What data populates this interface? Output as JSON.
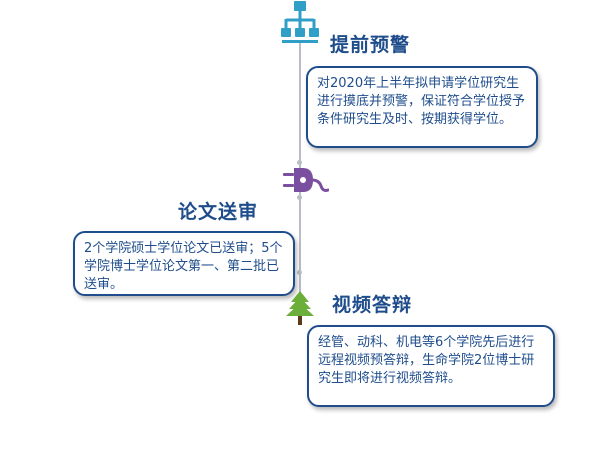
{
  "stages": [
    {
      "icon": "hierarchy-icon",
      "title": "提前预警",
      "text": "对2020年上半年拟申请学位研究生进行摸底并预警，保证符合学位授予条件研究生及时、按期获得学位。"
    },
    {
      "icon": "plug-icon",
      "title": "论文送审",
      "text": "2个学院硕士学位论文已送审；5个学院博士学位论文第一、第二批已送审。"
    },
    {
      "icon": "tree-icon",
      "title": "视频答辩",
      "text": "经管、动科、机电等6个学院先后进行远程视频预答辩，生命学院2位博士研究生即将进行视频答辩。"
    }
  ],
  "colors": {
    "text": "#1f4d8c",
    "line": "#b9bec6",
    "hierarchy_icon": "#2f9fc7",
    "plug_icon": "#7b4fa0",
    "tree_icon": "#6cae3a"
  }
}
